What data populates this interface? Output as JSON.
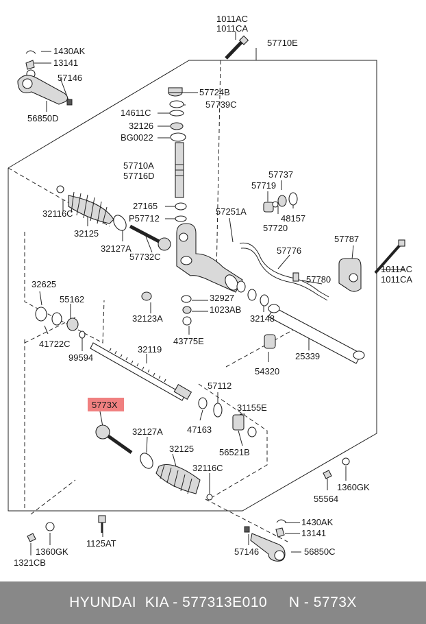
{
  "labels": {
    "l1011ac_top": "1011AC",
    "l1011ca_top": "1011CA",
    "l57710e": "57710E",
    "l1430ak_top": "1430AK",
    "l13141_top": "13141",
    "l57146_top": "57146",
    "l56850d": "56850D",
    "l57724b": "57724B",
    "l57739c": "57739C",
    "l14611c": "14611C",
    "l32126": "32126",
    "lbg0022": "BG0022",
    "l57710a": "57710A",
    "l57716d": "57716D",
    "l57737": "57737",
    "l57719": "57719",
    "l32116c_top": "32116C",
    "l27165": "27165",
    "lp57712": "P57712",
    "l57251a": "57251A",
    "l48157": "48157",
    "l57720": "57720",
    "l57787": "57787",
    "l32125_top": "32125",
    "l32127a_top": "32127A",
    "l57732c": "57732C",
    "l57776": "57776",
    "l1011ac_right": "1011AC",
    "l1011ca_right": "1011CA",
    "l32625": "32625",
    "l55162": "55162",
    "l57780": "57780",
    "l32927": "32927",
    "l32123a": "32123A",
    "l1023ab": "1023AB",
    "l32148": "32148",
    "l41722c": "41722C",
    "l99594": "99594",
    "l43775e": "43775E",
    "l32119": "32119",
    "l25339": "25339",
    "l54320": "54320",
    "l57112": "57112",
    "l5773x": "5773X",
    "l31155e": "31155E",
    "l47163": "47163",
    "l32127a_bot": "32127A",
    "l56521b": "56521B",
    "l32125_bot": "32125",
    "l32116c_bot": "32116C",
    "l55564": "55564",
    "l1360gk_right": "1360GK",
    "l1430ak_bot": "1430AK",
    "l13141_bot": "13141",
    "l1360gk_left": "1360GK",
    "l1125at": "1125AT",
    "l57146_bot": "57146",
    "l56850c": "56850C",
    "l1321cb": "1321CB"
  },
  "highlight_color": "#f08080",
  "footer": {
    "text": "HYUNDAI  KIA - 577313E010     N - 5773X"
  }
}
